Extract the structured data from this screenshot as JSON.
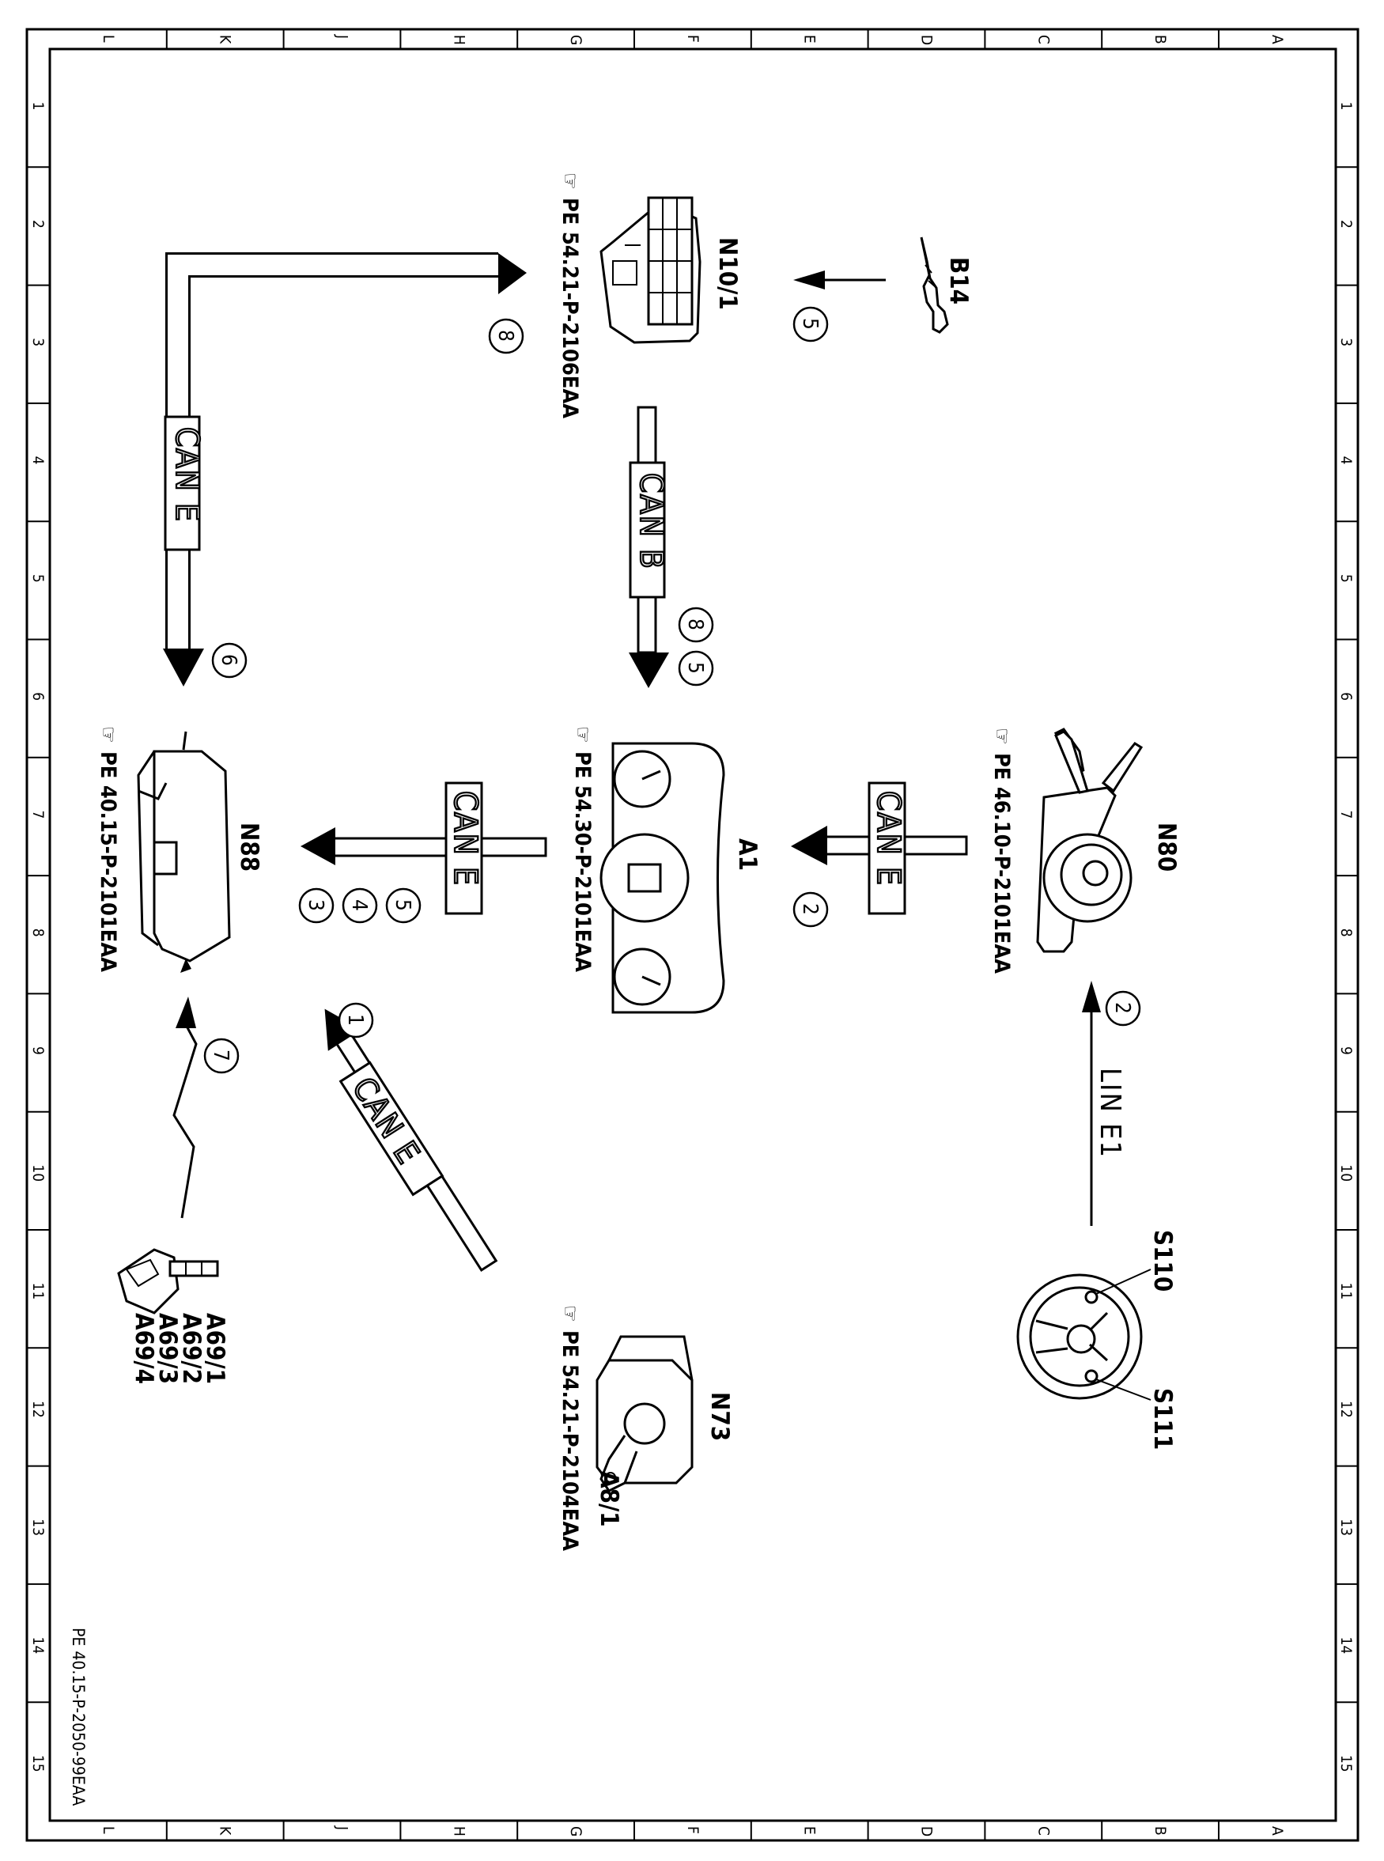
{
  "document_number": "PE 40.15-P-2050-99EAA",
  "frame": {
    "column_letters": [
      "L",
      "K",
      "J",
      "H",
      "G",
      "F",
      "E",
      "D",
      "C",
      "B",
      "A"
    ],
    "row_numbers": [
      "1",
      "2",
      "3",
      "4",
      "5",
      "6",
      "7",
      "8",
      "9",
      "10",
      "11",
      "12",
      "13",
      "14",
      "15"
    ]
  },
  "components": {
    "b14": {
      "label": "B14"
    },
    "n10_1": {
      "label": "N10/1",
      "reference": "PE 54.21-P-2106EAA"
    },
    "n80": {
      "label": "N80",
      "reference": "PE 46.10-P-2101EAA"
    },
    "a1": {
      "label": "A1",
      "reference": "PE 54.30-P-2101EAA"
    },
    "n88": {
      "label": "N88",
      "reference": "PE 40.15-P-2101EAA"
    },
    "n73": {
      "label": "N73",
      "reference": "PE 54.21-P-2104EAA",
      "key_label": "A8/1"
    },
    "steering_wheel": {
      "label_top": "S110",
      "label_bottom": "S111"
    },
    "tire_sensors": {
      "labels": [
        "A69/1",
        "A69/2",
        "A69/3",
        "A69/4"
      ]
    }
  },
  "buses": {
    "can_e_left": "CAN E",
    "can_b": "CAN B",
    "can_e_n80_a1": "CAN E",
    "can_e_a1_n88": "CAN E",
    "can_e_diagonal": "CAN E",
    "lin_e1": "LIN E1"
  },
  "step_numbers": {
    "b14_to_n10": "5",
    "n10_corner": "8",
    "can_b_a": "8",
    "can_b_b": "5",
    "can_e_left": "6",
    "n80_a1": "2",
    "a1_n88_a": "5",
    "a1_n88_b": "4",
    "a1_n88_c": "3",
    "lin": "2",
    "diagonal": "1",
    "radio": "7"
  },
  "colors": {
    "line": "#000000",
    "background": "#ffffff"
  }
}
